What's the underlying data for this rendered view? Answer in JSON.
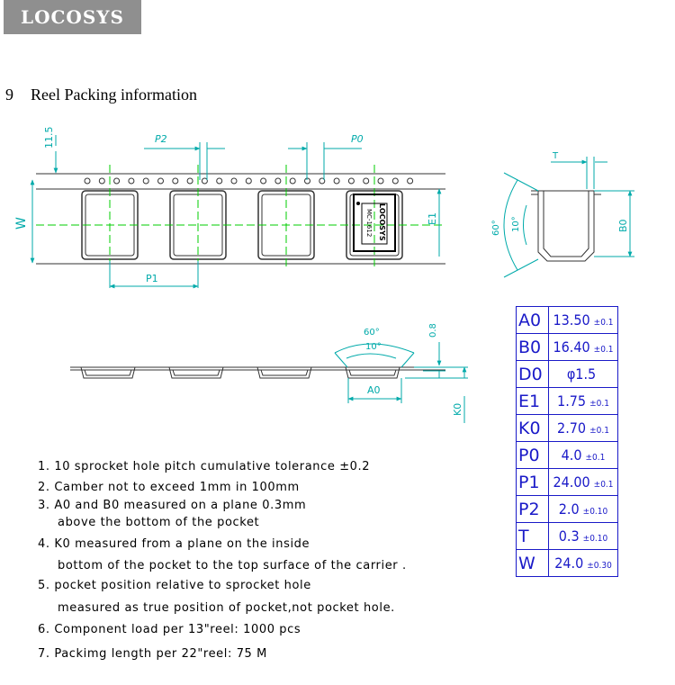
{
  "logo": "LOCOSYS",
  "section": {
    "number": "9",
    "title": "Reel Packing information"
  },
  "drawing": {
    "dim_11_5": "11.5",
    "dim_P2": "P2",
    "dim_P0": "P0",
    "dim_W": "W",
    "dim_E1": "E1",
    "dim_P1": "P1",
    "dim_T": "T",
    "dim_B0": "B0",
    "angle_60": "60°",
    "angle_10": "10°",
    "dim_0_8": "0.8",
    "dim_A0": "A0",
    "dim_K0": "K0",
    "part_brand": "LOCOSYS",
    "part_model": "MC-1612"
  },
  "notes": [
    "1. 10 sprocket hole pitch cumulative tolerance ±0.2",
    "2. Camber not to exceed 1mm in 100mm",
    "3. A0 and B0 measured on a plane 0.3mm",
    "above the bottom of the pocket",
    "4. K0 measured from a plane on the inside",
    "bottom of the pocket to the top surface of the carrier .",
    "5. pocket position relative to sprocket hole",
    "measured as true position of pocket,not pocket hole.",
    "6. Component load per 13\"reel: 1000 pcs",
    "7. Packimg length per 22\"reel: 75 M"
  ],
  "spec_table": [
    {
      "key": "A0",
      "value": "13.50",
      "tol": "±0.1"
    },
    {
      "key": "B0",
      "value": "16.40",
      "tol": "±0.1"
    },
    {
      "key": "D0",
      "value": "φ1.5",
      "tol": ""
    },
    {
      "key": "E1",
      "value": "1.75",
      "tol": "±0.1"
    },
    {
      "key": "K0",
      "value": "2.70",
      "tol": "±0.1"
    },
    {
      "key": "P0",
      "value": "4.0",
      "tol": "±0.1"
    },
    {
      "key": "P1",
      "value": "24.00",
      "tol": "±0.1"
    },
    {
      "key": "P2",
      "value": "2.0",
      "tol": "±0.10"
    },
    {
      "key": "T",
      "value": "0.3",
      "tol": "±0.10"
    },
    {
      "key": "W",
      "value": "24.0",
      "tol": "±0.30"
    }
  ]
}
